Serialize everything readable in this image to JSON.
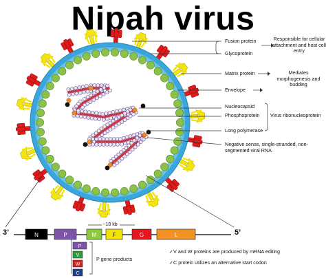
{
  "title": "Nipah virus",
  "labels": {
    "fusion_protein": "Fusion protein",
    "glycoprotein": "Glycoprotein",
    "attachment_note": "Responsible for cellular attachment and host cell entry",
    "matrix_protein": "Matrix protein",
    "matrix_note": "Mediates morphogenesis and budding",
    "envelope": "Envelope",
    "nucleocapsid": "Nucleocapsid",
    "phosphoprotein": "Phosphoprotein",
    "rnp_note": "Virus ribonucleoprotein",
    "long_polymerase": "Long polymerase",
    "rna_note": "Negative sense, single-stranded, non-segmented viral RNA"
  },
  "genome": {
    "end_left": "3’",
    "end_right": "5’",
    "length": "~18 kb",
    "genes": [
      {
        "label": "N",
        "color": "#000000",
        "text_color": "#ffffff"
      },
      {
        "label": "P",
        "color": "#7d55a8",
        "text_color": "#ffffff"
      },
      {
        "label": "M",
        "color": "#8ccb3c",
        "text_color": "#ffffff"
      },
      {
        "label": "F",
        "color": "#f2e300",
        "text_color": "#000000"
      },
      {
        "label": "G",
        "color": "#e8141b",
        "text_color": "#ffffff"
      },
      {
        "label": "L",
        "color": "#f39222",
        "text_color": "#ffffff"
      }
    ],
    "p_products": [
      {
        "label": "P",
        "color": "#7d55a8"
      },
      {
        "label": "V",
        "color": "#2e9e3c"
      },
      {
        "label": "W",
        "color": "#d42020"
      },
      {
        "label": "C",
        "color": "#1f3f8f"
      }
    ],
    "p_products_label": "P gene products",
    "notes": [
      "✓V and W proteins are produced by mRNA editing",
      "✓C protein utilizes an alternative start codon"
    ]
  },
  "colors": {
    "membrane_outer": "#3aa6dc",
    "matrix_bead": "#8bc34a",
    "fusion_spike": "#e11b1b",
    "glyco_spike": "#f4e60a",
    "nucleocapsid_bead": "#ede6f5",
    "rna_strand": "#c8222c",
    "phosphoprotein": "#f08a24",
    "polymerase": "#111111"
  }
}
